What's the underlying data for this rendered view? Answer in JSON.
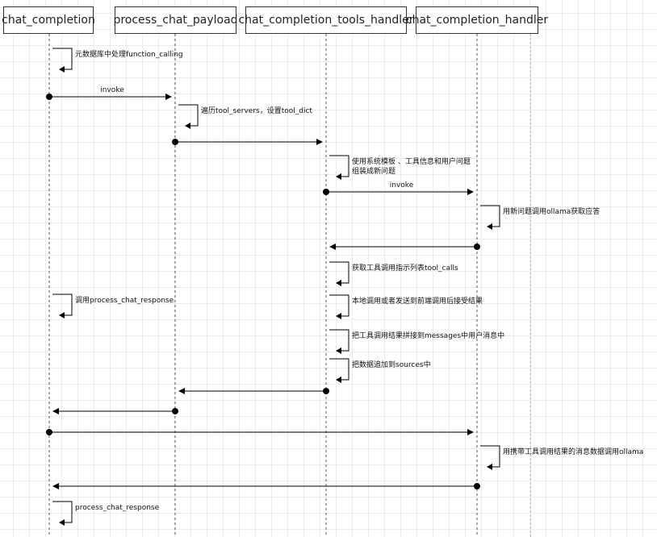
{
  "participants": [
    {
      "name": "chat_completion"
    },
    {
      "name": "process_chat_payload"
    },
    {
      "name": "chat_completion_tools_handler"
    },
    {
      "name": "chat_completion_handler"
    }
  ],
  "messages": [
    {
      "type": "self",
      "from": 0,
      "label": "元数据库中处理function_calling"
    },
    {
      "type": "arrow",
      "from": 0,
      "to": 1,
      "label": "invoke"
    },
    {
      "type": "self",
      "from": 1,
      "label": "遍历tool_servers，设置tool_dict"
    },
    {
      "type": "arrow",
      "from": 1,
      "to": 2,
      "label": ""
    },
    {
      "type": "self",
      "from": 2,
      "label": "使用系统模板 、工具信息和用户问题\n组装成新问题"
    },
    {
      "type": "arrow",
      "from": 2,
      "to": 3,
      "label": "invoke"
    },
    {
      "type": "self",
      "from": 3,
      "label": "用新问题调用ollama获取应答"
    },
    {
      "type": "arrow",
      "from": 3,
      "to": 2,
      "label": ""
    },
    {
      "type": "self",
      "from": 2,
      "label": "获取工具调用指示列表tool_calls"
    },
    {
      "type": "self",
      "from": 0,
      "label": "调用process_chat_response"
    },
    {
      "type": "self",
      "from": 2,
      "label": "本地调用或者发送到前端调用后接受结果"
    },
    {
      "type": "self",
      "from": 2,
      "label": "把工具调用结果拼接到messages中用户消息中"
    },
    {
      "type": "self",
      "from": 2,
      "label": "把数据追加到sources中"
    },
    {
      "type": "arrow",
      "from": 2,
      "to": 1,
      "label": ""
    },
    {
      "type": "arrow",
      "from": 1,
      "to": 0,
      "label": ""
    },
    {
      "type": "arrow",
      "from": 0,
      "to": 3,
      "label": ""
    },
    {
      "type": "self",
      "from": 3,
      "label": "用携带工具调用结果的消息数据调用ollama"
    },
    {
      "type": "arrow",
      "from": 3,
      "to": 0,
      "label": ""
    },
    {
      "type": "self",
      "from": 0,
      "label": "process_chat_response"
    }
  ]
}
